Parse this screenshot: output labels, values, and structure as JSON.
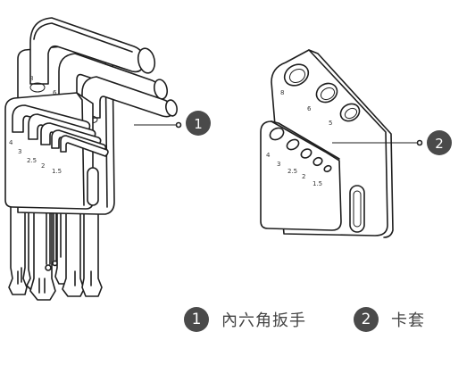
{
  "hex_key_set": {
    "size_labels_long": [
      "8",
      "6",
      "5"
    ],
    "size_labels_short": [
      "4",
      "3",
      "2.5",
      "2",
      "1.5"
    ],
    "callout_number": "1"
  },
  "holder": {
    "size_labels_top": [
      "8",
      "6",
      "5"
    ],
    "size_labels_bottom": [
      "4",
      "3",
      "2.5",
      "2",
      "1.5"
    ],
    "callout_number": "2"
  },
  "legend": [
    {
      "number": "1",
      "label": "內六角扳手"
    },
    {
      "number": "2",
      "label": "卡套"
    }
  ],
  "colors": {
    "line": "#1e1e1e",
    "callout_fill": "#4a4a4a",
    "legend_text": "#444444"
  }
}
